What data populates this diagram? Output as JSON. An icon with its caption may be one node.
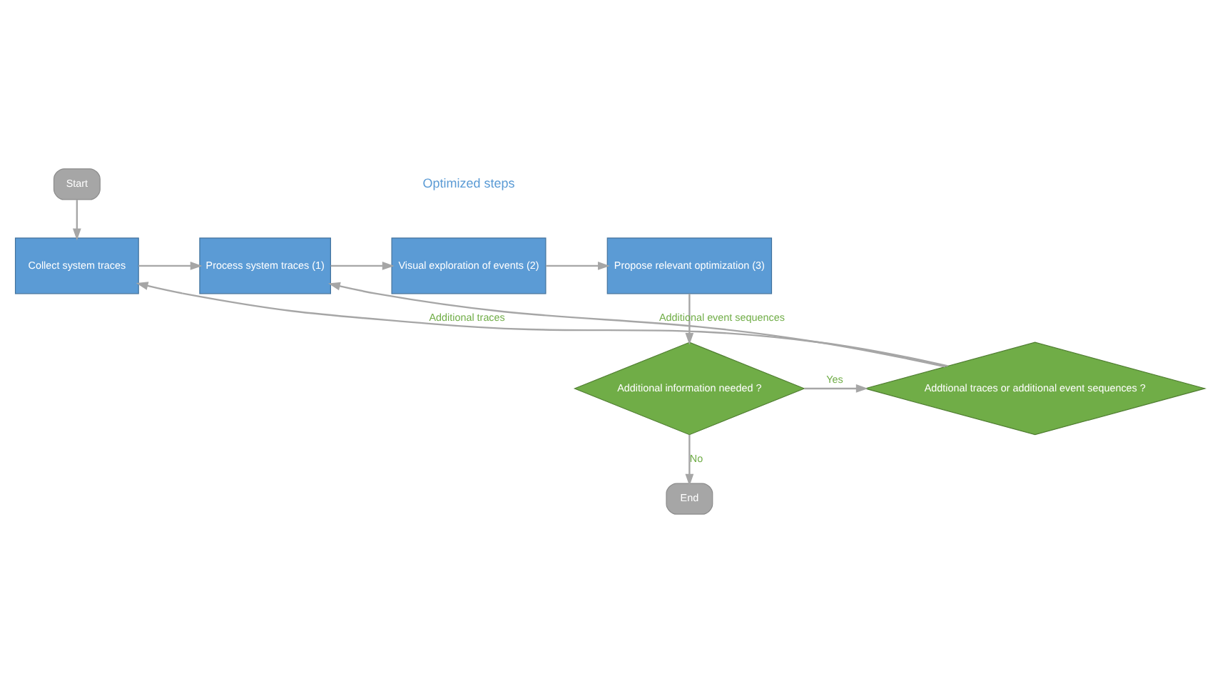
{
  "diagram": {
    "nodes": [
      {
        "text": [
          "Start"
        ]
      },
      {
        "text": [
          "Collect system traces"
        ]
      },
      {
        "text": [
          "Process system traces (1)"
        ]
      },
      {
        "text": [
          "Visual exploration of events (2)"
        ]
      },
      {
        "text": [
          "Propose relevant optimization (3)"
        ]
      },
      {
        "text": [
          "Additional information needed ?"
        ]
      },
      {
        "text": [
          "Addtional traces or additional event sequences ?"
        ]
      },
      {
        "text": [
          "End"
        ]
      }
    ],
    "edges": [
      {
        "from": 0,
        "to": 1,
        "arrow": "to"
      },
      {
        "from": 1,
        "to": 2,
        "arrow": "to"
      },
      {
        "from": 2,
        "to": 3,
        "arrow": "to"
      },
      {
        "from": 3,
        "to": 4,
        "arrow": "to"
      },
      {
        "from": 4,
        "to": 5,
        "arrow": "to"
      },
      {
        "from": 5,
        "to": 6,
        "arrow": "to",
        "label": "Yes"
      },
      {
        "from": 5,
        "to": 7,
        "arrow": "to",
        "label": "No"
      },
      {
        "from": 6,
        "to": 1,
        "arrow": "to",
        "label": "Additional traces"
      },
      {
        "from": 6,
        "to": 2,
        "arrow": "to",
        "label": "Additional event sequences"
      }
    ],
    "labels": [
      "Optimized steps"
    ]
  }
}
